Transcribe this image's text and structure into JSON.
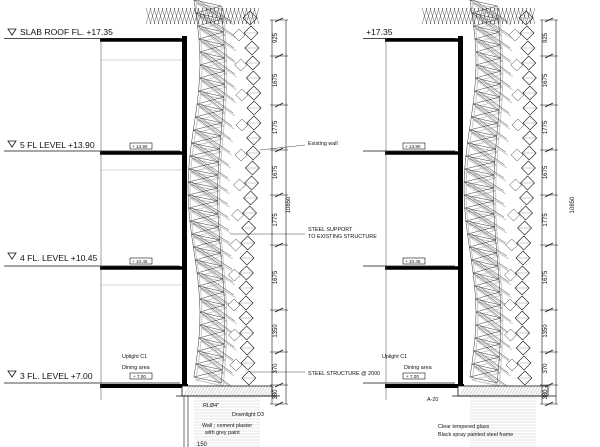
{
  "levels": {
    "roof": "SLAB ROOF FL. +17.35",
    "l5": "5 FL LEVEL +13.90",
    "l4": "4 FL. LEVEL +10.45",
    "l3": "3 FL. LEVEL +7.00",
    "roof_right": "+17.35"
  },
  "level_boxes": {
    "b5": "+ 13.90",
    "b4": "+ 10.45",
    "b3": "+ 7.00"
  },
  "annotations": {
    "existing_wall": "Existing wall",
    "steel_support_1": "STEEL SUPPORT",
    "steel_support_2": "TO EXISTING STRUCTURE",
    "steel_structure": "STEEL STRUCTURE @ 2000",
    "uplight": "Uplight C1",
    "dining": "Dining area",
    "rl": "RLØ4\"",
    "downlight": "Downlight D3",
    "wall_1": "Wall ; cement plaster",
    "wall_2": "with grey paint",
    "bottom_dim": "150",
    "a20": "A-20",
    "glass": "Clear tempered glass",
    "frame": "Black spray painted steel frame"
  },
  "dimensions_left": [
    "925",
    "1675",
    "1775",
    "1675",
    "1775",
    "1675",
    "1350",
    "370",
    "380"
  ],
  "dimension_total": "10850",
  "dimensions_right": [
    "925",
    "1675",
    "1775",
    "1675",
    "1775",
    "1675",
    "1350",
    "370",
    "380"
  ],
  "dimension_total_right": "10850"
}
